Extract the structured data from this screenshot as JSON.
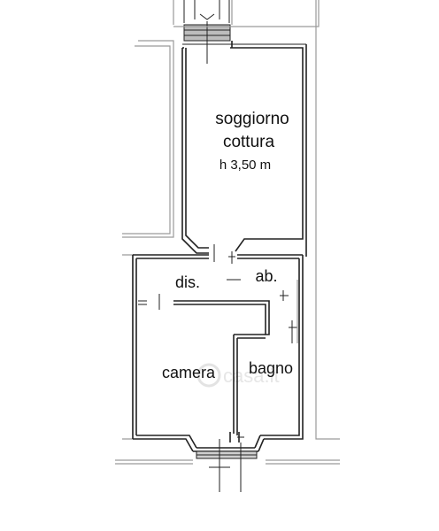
{
  "rooms": {
    "living": {
      "name_line1": "soggiorno",
      "name_line2": "cottura",
      "height": "h 3,50 m"
    },
    "hallway": {
      "name": "dis."
    },
    "closet": {
      "name": "ab."
    },
    "bedroom": {
      "name": "camera"
    },
    "bathroom": {
      "name": "bagno"
    }
  },
  "watermark": "casa.it"
}
